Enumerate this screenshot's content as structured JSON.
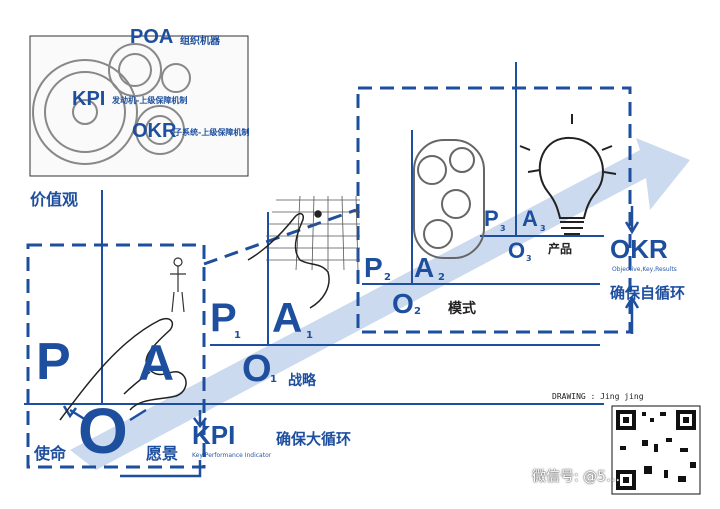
{
  "colors": {
    "ink": "#1e4f9e",
    "arrow": "#b9cde9",
    "gear": "#8a8a8a"
  },
  "inset": {
    "poa": "POA",
    "poa_cn": "组织机器",
    "kpi": "KPI",
    "kpi_cn": "发动机-上级保障机制",
    "okr": "OKR",
    "okr_cn": "子系统-上级保障机制"
  },
  "label_values": "价值观",
  "level0": {
    "p": "P",
    "a": "A",
    "o": "O",
    "left": "使命",
    "right": "愿景"
  },
  "level1": {
    "p": "P",
    "a": "A",
    "o": "O",
    "sub": "1",
    "cn": "战略"
  },
  "level2": {
    "p": "P",
    "a": "A",
    "o": "O",
    "sub": "2",
    "cn": "模式"
  },
  "level3": {
    "p": "P",
    "a": "A",
    "o": "O",
    "sub": "3",
    "cn": "产品"
  },
  "kpi": {
    "title": "KPI",
    "desc": "Key Performance Indicator",
    "cn": "确保大循环"
  },
  "okr": {
    "title": "OKR",
    "desc": "Objective,Key,Results",
    "cn": "确保自循环"
  },
  "credit": "DRAWING : Jing jing",
  "watermark": "微信号: @5…"
}
